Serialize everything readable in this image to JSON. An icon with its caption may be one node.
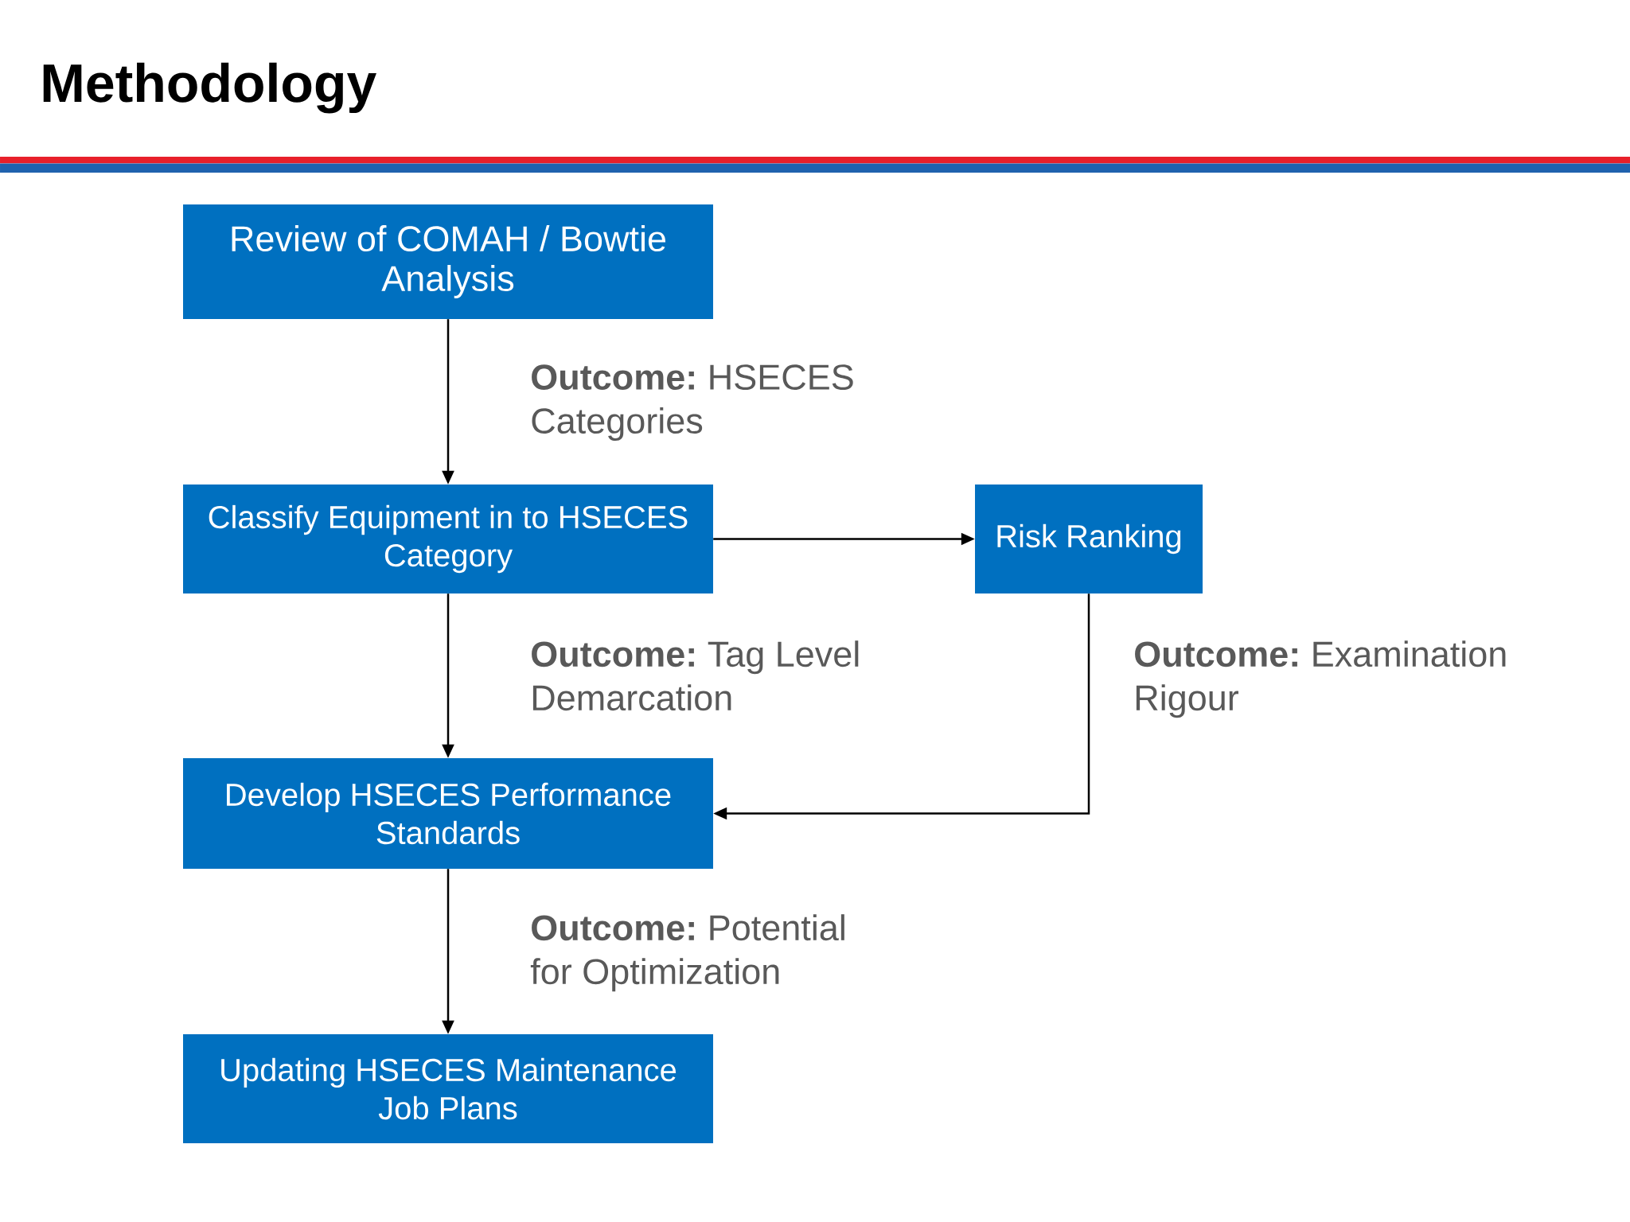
{
  "diagram": {
    "title": "Methodology",
    "nodes": [
      {
        "text": [
          "Review of COMAH / Bowtie Analysis"
        ]
      },
      {
        "text": [
          "Classify Equipment in to HSECES Category"
        ]
      },
      {
        "text": [
          "Risk Ranking"
        ]
      },
      {
        "text": [
          "Develop HSECES Performance Standards"
        ]
      },
      {
        "text": [
          "Updating HSECES Maintenance Job Plans"
        ]
      }
    ],
    "edges": [
      {
        "from": 0,
        "to": 1,
        "arrow": "to",
        "label": "**Outcome:** HSECES Categories"
      },
      {
        "from": 1,
        "to": 2,
        "arrow": "to"
      },
      {
        "from": 1,
        "to": 3,
        "arrow": "to",
        "label": "**Outcome:** Tag Level Demarcation"
      },
      {
        "from": 2,
        "to": 3,
        "arrow": "to",
        "label": "**Outcome:** Examination Rigour"
      },
      {
        "from": 3,
        "to": 4,
        "arrow": "to",
        "label": "**Outcome:** Potential for Optimization"
      }
    ]
  }
}
